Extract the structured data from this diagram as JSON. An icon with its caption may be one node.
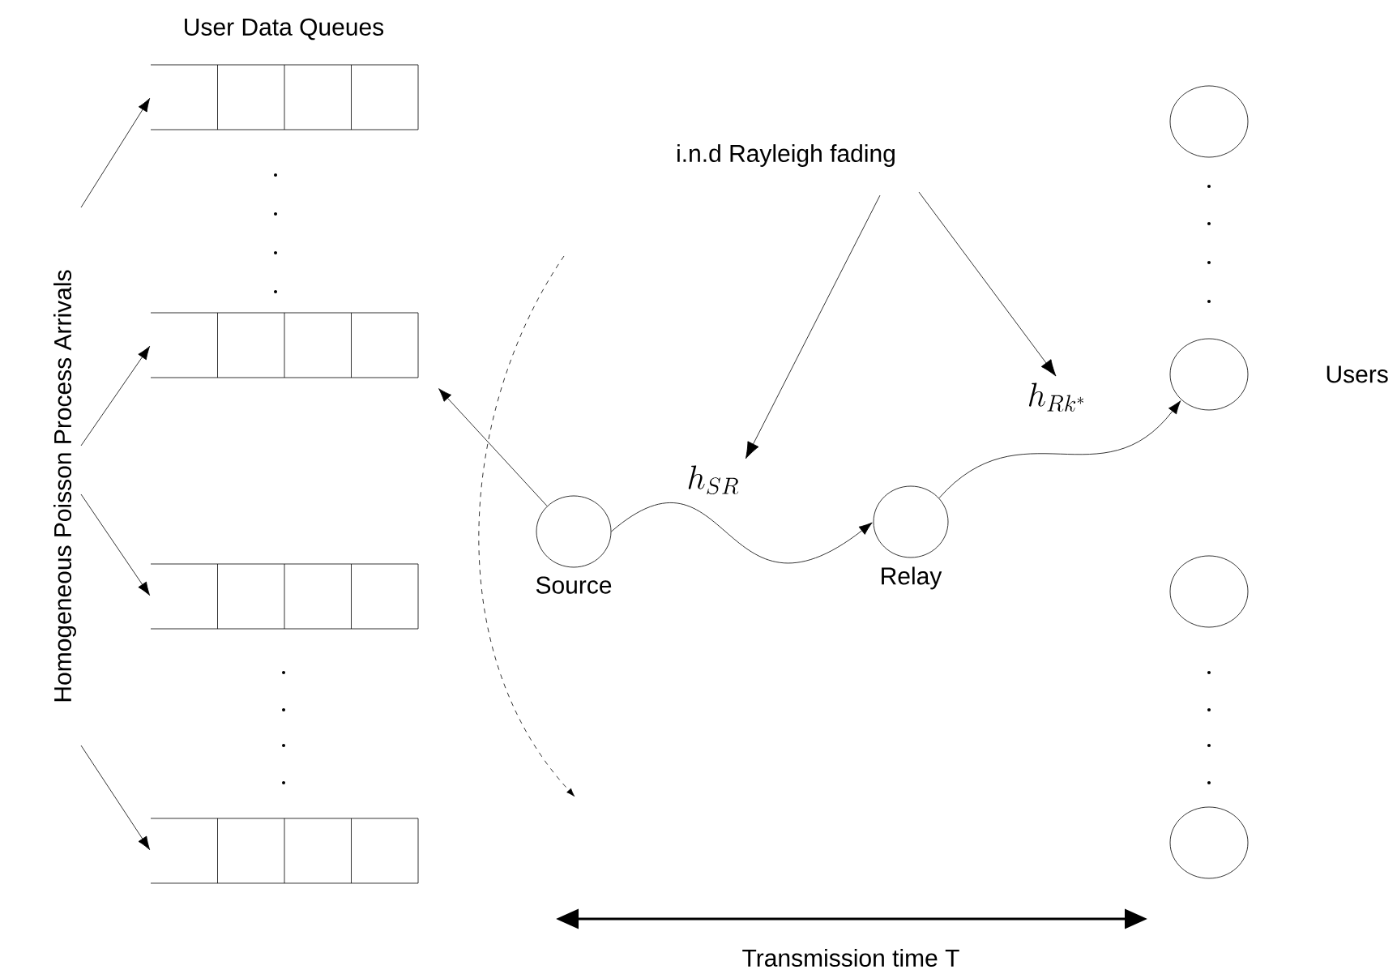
{
  "diagram": {
    "nodes": [
      {
        "text": [
          "Homogeneous Poisson Process Arrivals"
        ]
      },
      {
        "text": [],
        "shape": "box"
      },
      {
        "text": [],
        "shape": "box"
      },
      {
        "text": [],
        "shape": "box"
      },
      {
        "text": [],
        "shape": "box"
      },
      {
        "text": [
          "Source"
        ]
      },
      {
        "text": [
          "Relay"
        ]
      },
      {
        "text": [],
        "shape": "circle"
      },
      {
        "text": [],
        "shape": "circle",
        "beside": [
          "Users"
        ]
      },
      {
        "text": [],
        "shape": "circle"
      },
      {
        "text": [],
        "shape": "circle"
      },
      {
        "text": [
          "i.n.d Rayleigh fading"
        ]
      },
      {
        "text": [
          "h_{SR}"
        ]
      },
      {
        "text": [
          "h_{Rk^*}"
        ]
      }
    ],
    "edges": [
      {
        "from": 0,
        "to": 1,
        "arrow": "to"
      },
      {
        "from": 0,
        "to": 2,
        "arrow": "to"
      },
      {
        "from": 0,
        "to": 3,
        "arrow": "to"
      },
      {
        "from": 0,
        "to": 4,
        "arrow": "to"
      },
      {
        "from": 5,
        "to": 2,
        "arrow": "to"
      },
      {
        "from": 5,
        "to": 6,
        "arrow": "to"
      },
      {
        "from": 6,
        "to": 8,
        "arrow": "to"
      },
      {
        "from": 11,
        "to": 12,
        "arrow": "to"
      },
      {
        "from": 11,
        "to": 13,
        "arrow": "to"
      }
    ],
    "labels": [
      "User Data Queues",
      "Transmission time T"
    ]
  }
}
